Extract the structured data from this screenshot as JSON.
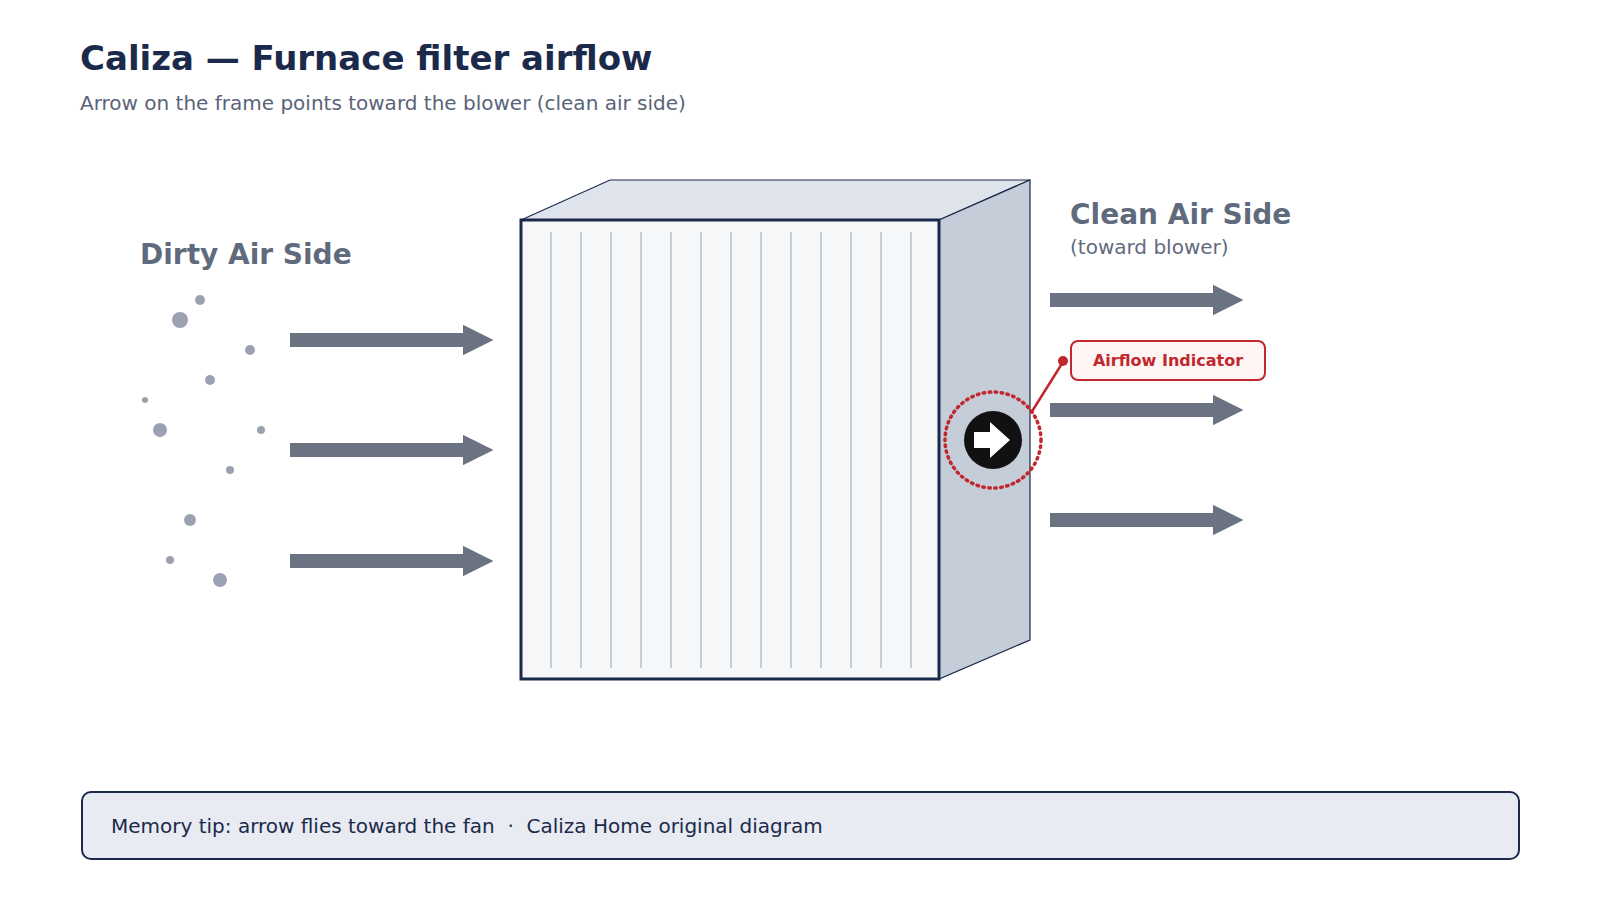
{
  "diagram": {
    "title": "Caliza — Furnace filter airflow",
    "caption": "Arrow on the frame points toward the blower (clean air side)",
    "nodes": [
      {
        "text": [
          "Airflow Indicator"
        ]
      },
      {
        "text": [
          "Memory tip: arrow flies toward the fan  ·  Caliza Home original diagram"
        ]
      }
    ],
    "labels": [
      "Dirty Air Side",
      "Clean Air Side",
      "(toward blower)"
    ]
  }
}
